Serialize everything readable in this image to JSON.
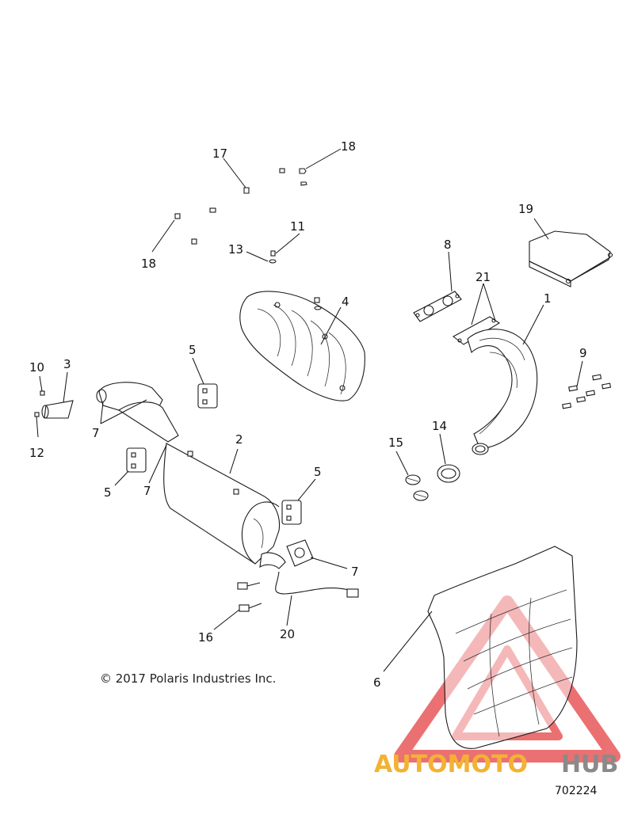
{
  "diagram": {
    "copyright": "© 2017 Polaris Industries Inc.",
    "part_number": "702224",
    "watermark": {
      "text_left": "AUTOMOTO",
      "text_right": "HUB",
      "color_left": "#f2b233",
      "color_right": "#8a8a8a",
      "triangle_color": "#e8585a"
    },
    "callouts": [
      {
        "id": "c1",
        "label": "1"
      },
      {
        "id": "c2",
        "label": "2"
      },
      {
        "id": "c3",
        "label": "3"
      },
      {
        "id": "c4",
        "label": "4"
      },
      {
        "id": "c5a",
        "label": "5"
      },
      {
        "id": "c5b",
        "label": "5"
      },
      {
        "id": "c5c",
        "label": "5"
      },
      {
        "id": "c6",
        "label": "6"
      },
      {
        "id": "c7a",
        "label": "7"
      },
      {
        "id": "c7b",
        "label": "7"
      },
      {
        "id": "c7c",
        "label": "7"
      },
      {
        "id": "c8",
        "label": "8"
      },
      {
        "id": "c9",
        "label": "9"
      },
      {
        "id": "c10",
        "label": "10"
      },
      {
        "id": "c11",
        "label": "11"
      },
      {
        "id": "c12",
        "label": "12"
      },
      {
        "id": "c13",
        "label": "13"
      },
      {
        "id": "c14",
        "label": "14"
      },
      {
        "id": "c15",
        "label": "15"
      },
      {
        "id": "c16",
        "label": "16"
      },
      {
        "id": "c17",
        "label": "17"
      },
      {
        "id": "c18a",
        "label": "18"
      },
      {
        "id": "c18b",
        "label": "18"
      },
      {
        "id": "c19",
        "label": "19"
      },
      {
        "id": "c20",
        "label": "20"
      },
      {
        "id": "c21",
        "label": "21"
      }
    ]
  }
}
